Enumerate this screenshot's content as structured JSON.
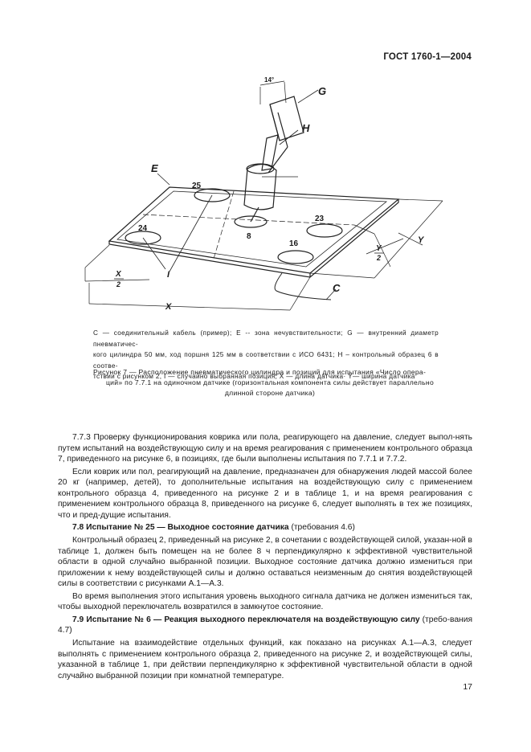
{
  "header": {
    "standard": "ГОСТ 1760-1—2004"
  },
  "figure": {
    "labels": {
      "angle": "14°",
      "G": "G",
      "H": "H",
      "E": "E",
      "C": "C",
      "I": "I",
      "X": "X",
      "X2_num": "X",
      "X2_den": "2",
      "Y": "Y",
      "Y2_num": "Y",
      "Y2_den": "2",
      "pos25": "25",
      "pos24": "24",
      "pos23": "23",
      "pos16": "16",
      "pos8": "8"
    }
  },
  "legend": {
    "line1": "C — соединительный кабель (пример); E -- зона нечувствительности; G — внутренний диаметр пневматичес-",
    "line2": "кого цилиндра 50 мм, ход поршня 125 мм в соответствии с ИСО 6431; H – контрольный образец 6 в соотве-",
    "line3": "тствии с рисунком 2, I — случайно выбранная позиция; X — длина датчика· Y— ширина датчика"
  },
  "caption": {
    "line1": "Рисунок 7 — Расположение пневматического цилиндра и позиций для испытания «Число опера-",
    "line2": "ций» по 7.7.1 на одиночном датчике (горизонтальная компонента силы действует параллельно",
    "line3": "длинной стороне датчика)"
  },
  "body": {
    "p1": "7.7.3 Проверку функционирования коврика или пола, реагирующего на давление, следует выпол-нять путем испытаний на воздействующую силу и на время реагирования с применением контрольного образца 7, приведенного на рисунке 6, в позициях, где были выполнены испытания по 7.7.1 и 7.7.2.",
    "p2": "Если коврик или пол, реагирующий на давление, предназначен для обнаружения людей массой более 20 кг (например, детей), то дополнительные испытания на воздействующую силу с применением контрольного образца 4, приведенного на рисунке 2 и в таблице 1, и на время реагирования с применением контрольного образца 8, приведенного на рисунке 6, следует выполнять в тех же позициях, что и пред-дущие испытания.",
    "h1": "7.8 Испытание № 25 — Выходное состояние датчика",
    "h1_ref": " (требования 4.6)",
    "p3": "Контрольный образец 2, приведенный на рисунке 2, в сочетании с воздействующей силой, указан-ной в таблице 1, должен быть помещен на не более 8 ч перпендикулярно к эффективной чувствительной области в одной случайно выбранной позиции. Выходное состояние датчика должно измениться при приложении к нему воздействующей силы и должно оставаться неизменным до снятия воздействующей силы в соответствии с рисунками А.1—А.3.",
    "p4": "Во время выполнения этого испытания уровень выходного сигнала датчика не должен измениться так, чтобы выходной переключатель возвратился в замкнутое состояние.",
    "h2": "7.9 Испытание № 6 — Реакция выходного переключателя на воздействующую силу",
    "h2_ref": " (требо-вания 4.7)",
    "p5": "Испытание на взаимодействие отдельных функций, как показано на рисунках А.1—А.3, следует выполнять с применением контрольного образца 2, приведенного на рисунке 2, и воздействующей силы, указанной в таблице 1, при действии перпендикулярно к эффективной чувствительной области в одной случайно выбранной позиции при комнатной температуре."
  },
  "page_number": "17"
}
